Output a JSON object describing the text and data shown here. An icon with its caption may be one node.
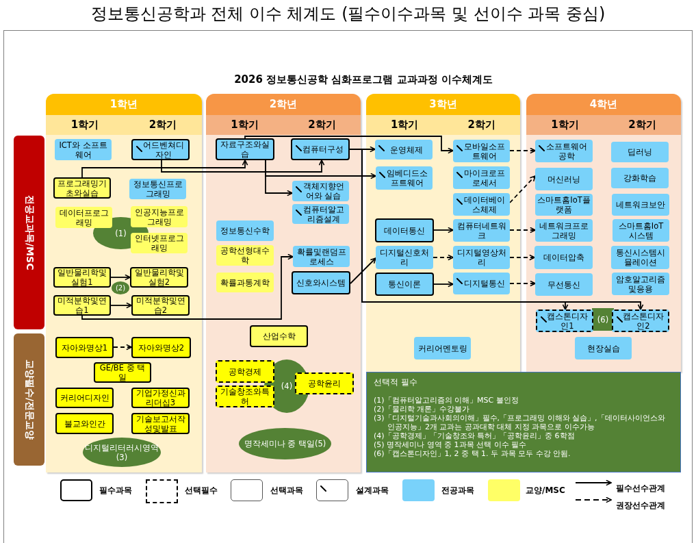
{
  "diagram": {
    "title": "정보통신공학과 전체 이수 체계도 (필수이수과목 및 선이수 과목 중심)",
    "labels": [
      "2026 정보통신공학 심화프로그램 교과과정 이수체계도"
    ],
    "nodes": [
      {
        "text": [
          "전공교과목/MSC"
        ]
      },
      {
        "text": [
          "교양필수/전문교양"
        ]
      },
      {
        "text": [
          "1학년",
          "1학기",
          "2학기"
        ]
      },
      {
        "text": [
          "ICT와 소프트웨어"
        ],
        "in": 2
      },
      {
        "text": [
          "어드벤쳐디자인"
        ],
        "in": 2
      },
      {
        "text": [
          "프로그래밍기초와실습"
        ],
        "in": 2
      },
      {
        "text": [
          "정보통신프로그래밍"
        ],
        "in": 2
      },
      {
        "text": [
          "데이터프로그래밍"
        ],
        "in": 2
      },
      {
        "text": [
          "(1)"
        ],
        "in": 2
      },
      {
        "text": [
          "인공지능프로그래밍"
        ],
        "in": 2
      },
      {
        "text": [
          "인터넷프로그래밍"
        ],
        "in": 2
      },
      {
        "text": [
          "일반물리학및실험1"
        ],
        "in": 2
      },
      {
        "text": [
          "(2)"
        ],
        "in": 2
      },
      {
        "text": [
          "일반물리학및실험2"
        ],
        "in": 2
      },
      {
        "text": [
          "미적분학및연습1"
        ],
        "in": 2
      },
      {
        "text": [
          "미적분학및연습2"
        ],
        "in": 2
      },
      {
        "text": [
          "자아와명상1"
        ],
        "in": 2
      },
      {
        "text": [
          "자아와명상2"
        ],
        "in": 2
      },
      {
        "text": [
          "GE/BE 중 택일"
        ],
        "in": 2
      },
      {
        "text": [
          "커리어디자인"
        ],
        "in": 2
      },
      {
        "text": [
          "기업가정신과 리더십3"
        ],
        "in": 2
      },
      {
        "text": [
          "불교와인간"
        ],
        "in": 2
      },
      {
        "text": [
          "기술보고서작성및발표"
        ],
        "in": 2
      },
      {
        "text": [
          "디지털리터러시영역 (3)"
        ],
        "in": 2
      },
      {
        "text": [
          "2학년",
          "1학기",
          "2학기"
        ]
      },
      {
        "text": [
          "자료구조와실습"
        ],
        "in": 24
      },
      {
        "text": [
          "컴퓨터구성"
        ],
        "in": 24
      },
      {
        "text": [
          "객체지향언어와 실습"
        ],
        "in": 24
      },
      {
        "text": [
          "컴퓨터알고리즘설계"
        ],
        "in": 24
      },
      {
        "text": [
          "정보통신수학"
        ],
        "in": 24
      },
      {
        "text": [
          "공학선형대수학"
        ],
        "in": 24
      },
      {
        "text": [
          "확률및랜덤프로세스"
        ],
        "in": 24
      },
      {
        "text": [
          "확률과통계학"
        ],
        "in": 24
      },
      {
        "text": [
          "신호와시스템"
        ],
        "in": 24
      },
      {
        "text": [
          "산업수학"
        ],
        "in": 24
      },
      {
        "text": [
          "공학경제"
        ],
        "in": 24
      },
      {
        "text": [
          "(4)"
        ],
        "in": 24
      },
      {
        "text": [
          "공학윤리"
        ],
        "in": 24
      },
      {
        "text": [
          "기술창조와특허"
        ],
        "in": 24
      },
      {
        "text": [
          "명작세미나 중 택일(5)"
        ],
        "in": 24
      },
      {
        "text": [
          "3학년",
          "1학기",
          "2학기"
        ]
      },
      {
        "text": [
          "운영체제"
        ],
        "in": 40
      },
      {
        "text": [
          "모바일소프트웨어"
        ],
        "in": 40
      },
      {
        "text": [
          "임베디드소프트웨어"
        ],
        "in": 40
      },
      {
        "text": [
          "마이크로프로세서"
        ],
        "in": 40
      },
      {
        "text": [
          "데이터베이스체제"
        ],
        "in": 40
      },
      {
        "text": [
          "데이터통신"
        ],
        "in": 40
      },
      {
        "text": [
          "컴퓨터네트워크"
        ],
        "in": 40
      },
      {
        "text": [
          "디지털신호처리"
        ],
        "in": 40
      },
      {
        "text": [
          "디지털영상처리"
        ],
        "in": 40
      },
      {
        "text": [
          "통신이론"
        ],
        "in": 40
      },
      {
        "text": [
          "디지털통신"
        ],
        "in": 40
      },
      {
        "text": [
          "커리어멘토링"
        ],
        "in": 40
      },
      {
        "text": [
          "4학년",
          "1학기",
          "2학기"
        ]
      },
      {
        "text": [
          "소프트웨어공학"
        ],
        "in": 53
      },
      {
        "text": [
          "딥러닝"
        ],
        "in": 53
      },
      {
        "text": [
          "머신러닝"
        ],
        "in": 53
      },
      {
        "text": [
          "강화학습"
        ],
        "in": 53
      },
      {
        "text": [
          "스마트홈IoT플랫폼"
        ],
        "in": 53
      },
      {
        "text": [
          "네트워크보안"
        ],
        "in": 53
      },
      {
        "text": [
          "네트워크프로그래밍"
        ],
        "in": 53
      },
      {
        "text": [
          "스마트홈IoT시스템"
        ],
        "in": 53
      },
      {
        "text": [
          "데이터압축"
        ],
        "in": 53
      },
      {
        "text": [
          "통신시스템시뮬레이션"
        ],
        "in": 53
      },
      {
        "text": [
          "무선통신"
        ],
        "in": 53
      },
      {
        "text": [
          "암호알고리즘및응용"
        ],
        "in": 53
      },
      {
        "text": [
          "캡스톤디자인1"
        ],
        "in": 53
      },
      {
        "text": [
          "(6)"
        ],
        "in": 53
      },
      {
        "text": [
          "캡스톤디자인2"
        ],
        "in": 53
      },
      {
        "text": [
          "현장실습"
        ],
        "in": 53
      },
      {
        "text": [
          "선택적 필수",
          "(1)「컴퓨터알고리즘의 이해」MSC 불인정",
          "(2)「물리학 개론」수강불가",
          "(3)「디지털기술과사회의이해」필수,「프로그래밍 이해와 실습」,「데이터사이언스와 인공지능」2개 교과는 공과대학 대체 지정 과목으로 이수가능",
          "(4)「공학경제」「기술창조와 특허」「공학윤리」중 6학점",
          "(5) 명작세미나 영역 중 1과목 선택 이수 필수",
          "(6)「캡스톤디자인」1, 2 중 택 1. 두 과목 모두 수강 안됨."
        ]
      }
    ],
    "edges": [
      {
        "from": 5,
        "to": 25,
        "arrow": "to"
      },
      {
        "from": 4,
        "to": 26,
        "arrow": "to"
      },
      {
        "from": 25,
        "to": 42,
        "arrow": "to"
      },
      {
        "from": 25,
        "to": 27,
        "arrow": "to"
      },
      {
        "from": 25,
        "to": 43,
        "arrow": "to"
      },
      {
        "from": 26,
        "to": 41,
        "arrow": "to"
      },
      {
        "from": 26,
        "to": 66,
        "arrow": "to"
      },
      {
        "from": 26,
        "to": 68,
        "arrow": "to"
      },
      {
        "from": 33,
        "to": 48,
        "arrow": "to"
      },
      {
        "from": 14,
        "to": 31,
        "arrow": "to"
      },
      {
        "from": 11,
        "to": 13,
        "arrow": "to"
      },
      {
        "from": 14,
        "to": 15,
        "arrow": "to"
      },
      {
        "from": 16,
        "to": 17,
        "arrow": "to",
        "style": "dashed"
      },
      {
        "from": 46,
        "to": 47,
        "arrow": "to"
      },
      {
        "from": 48,
        "to": 49,
        "arrow": "to",
        "style": "dashed"
      },
      {
        "from": 50,
        "to": 51,
        "arrow": "to"
      },
      {
        "from": 42,
        "to": 54,
        "arrow": "to",
        "style": "dashed"
      },
      {
        "from": 45,
        "to": 56,
        "arrow": "to",
        "style": "dashed"
      },
      {
        "from": 47,
        "to": 60,
        "arrow": "to",
        "style": "dashed"
      },
      {
        "from": 49,
        "to": 62,
        "arrow": "to",
        "style": "dashed"
      },
      {
        "from": 51,
        "to": 64,
        "arrow": "to",
        "style": "dashed"
      }
    ],
    "legend": [
      {
        "text": "필수과목"
      },
      {
        "text": "선택필수"
      },
      {
        "text": "선택과목"
      },
      {
        "text": "설계과목"
      },
      {
        "text": "전공과목",
        "color": "#79d2fa"
      },
      {
        "text": "교양/MSC",
        "color": "#ffff66"
      },
      {
        "text": "필수선수관계"
      },
      {
        "text": "권장선수관계"
      }
    ]
  }
}
